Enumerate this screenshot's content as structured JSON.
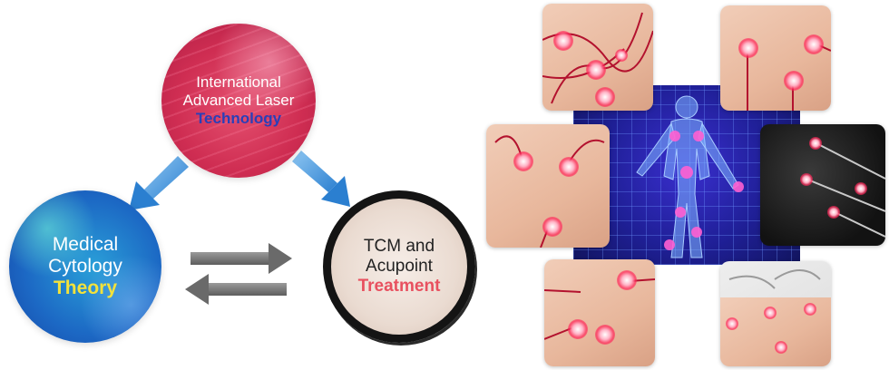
{
  "diagram": {
    "top_node": {
      "line1": "International",
      "line2": "Advanced Laser",
      "accent": "Technology",
      "accent_color": "#2a3fb8",
      "fill_color": "#cf2d52"
    },
    "left_node": {
      "line1": "Medical",
      "line2": "Cytology",
      "accent": "Theory",
      "accent_color": "#f3e23b",
      "fill_color": "#1c68c4"
    },
    "right_node": {
      "line1": "TCM and",
      "line2": "Acupoint",
      "accent": "Treatment",
      "accent_color": "#e8505f",
      "fill_color": "#eadbd1"
    },
    "arrows": {
      "top_to_left": "arrow-blue",
      "top_to_right": "arrow-blue",
      "left_right_exchange": "double-arrow-gray"
    }
  },
  "collage": {
    "center_image": "human-body-acupoints-grid",
    "photos": [
      "arm-with-laser-electrodes",
      "shoulder-with-laser-electrodes",
      "knee-with-laser-electrodes",
      "black-wrap-with-electrodes",
      "ankle-with-laser-electrodes",
      "back-with-electrode-pads"
    ],
    "glow_color": "#ff2e6e",
    "grid_color": "#6e96ff"
  }
}
